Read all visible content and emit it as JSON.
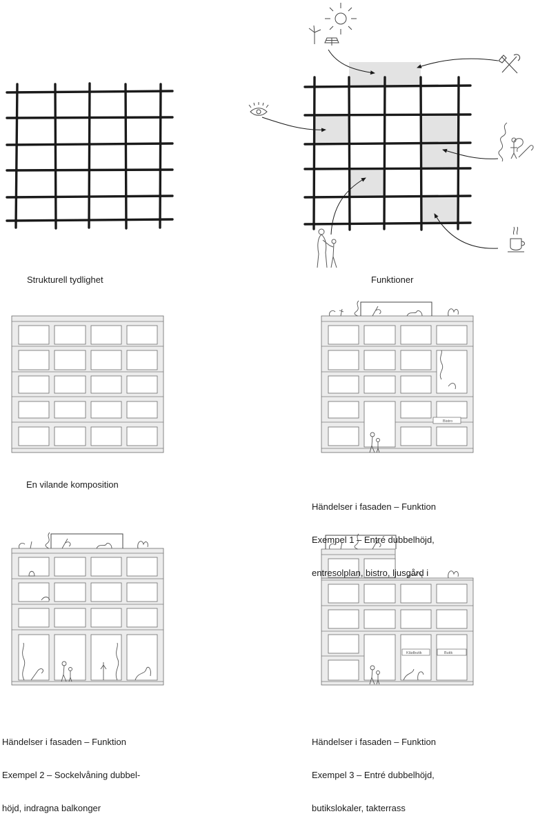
{
  "captions": {
    "grid": "Strukturell tydlighet",
    "functions": "Funktioner",
    "composition": "En vilande komposition",
    "example1": [
      "Händelser i fasaden – Funktion",
      "Exempel 1 – Entré dubbelhöjd,",
      "entresolplan, bistro, ljusgård i"
    ],
    "example2": [
      "Händelser i fasaden – Funktion",
      "Exempel 2 – Sockelvåning dubbel-",
      "höjd, indragna balkonger"
    ],
    "example3": [
      "Händelser i fasaden – Funktion",
      "Exempel 3 – Entré dubbelhöjd,",
      "butikslokaler, takterrass"
    ]
  },
  "signs": {
    "bistro": "Bistro",
    "shop1": "Klädbutik",
    "shop2": "Butik"
  },
  "icons": [
    "sun-icon",
    "wind-turbine-icon",
    "solar-panel-icon",
    "tools-icon",
    "eye-icon",
    "plant-icon",
    "people-icon",
    "coffee-cup-icon"
  ],
  "colors": {
    "ink": "#1a1a1a",
    "highlight": "#e3e3e3",
    "facade": "#ececec",
    "line": "#6a6a6a"
  }
}
